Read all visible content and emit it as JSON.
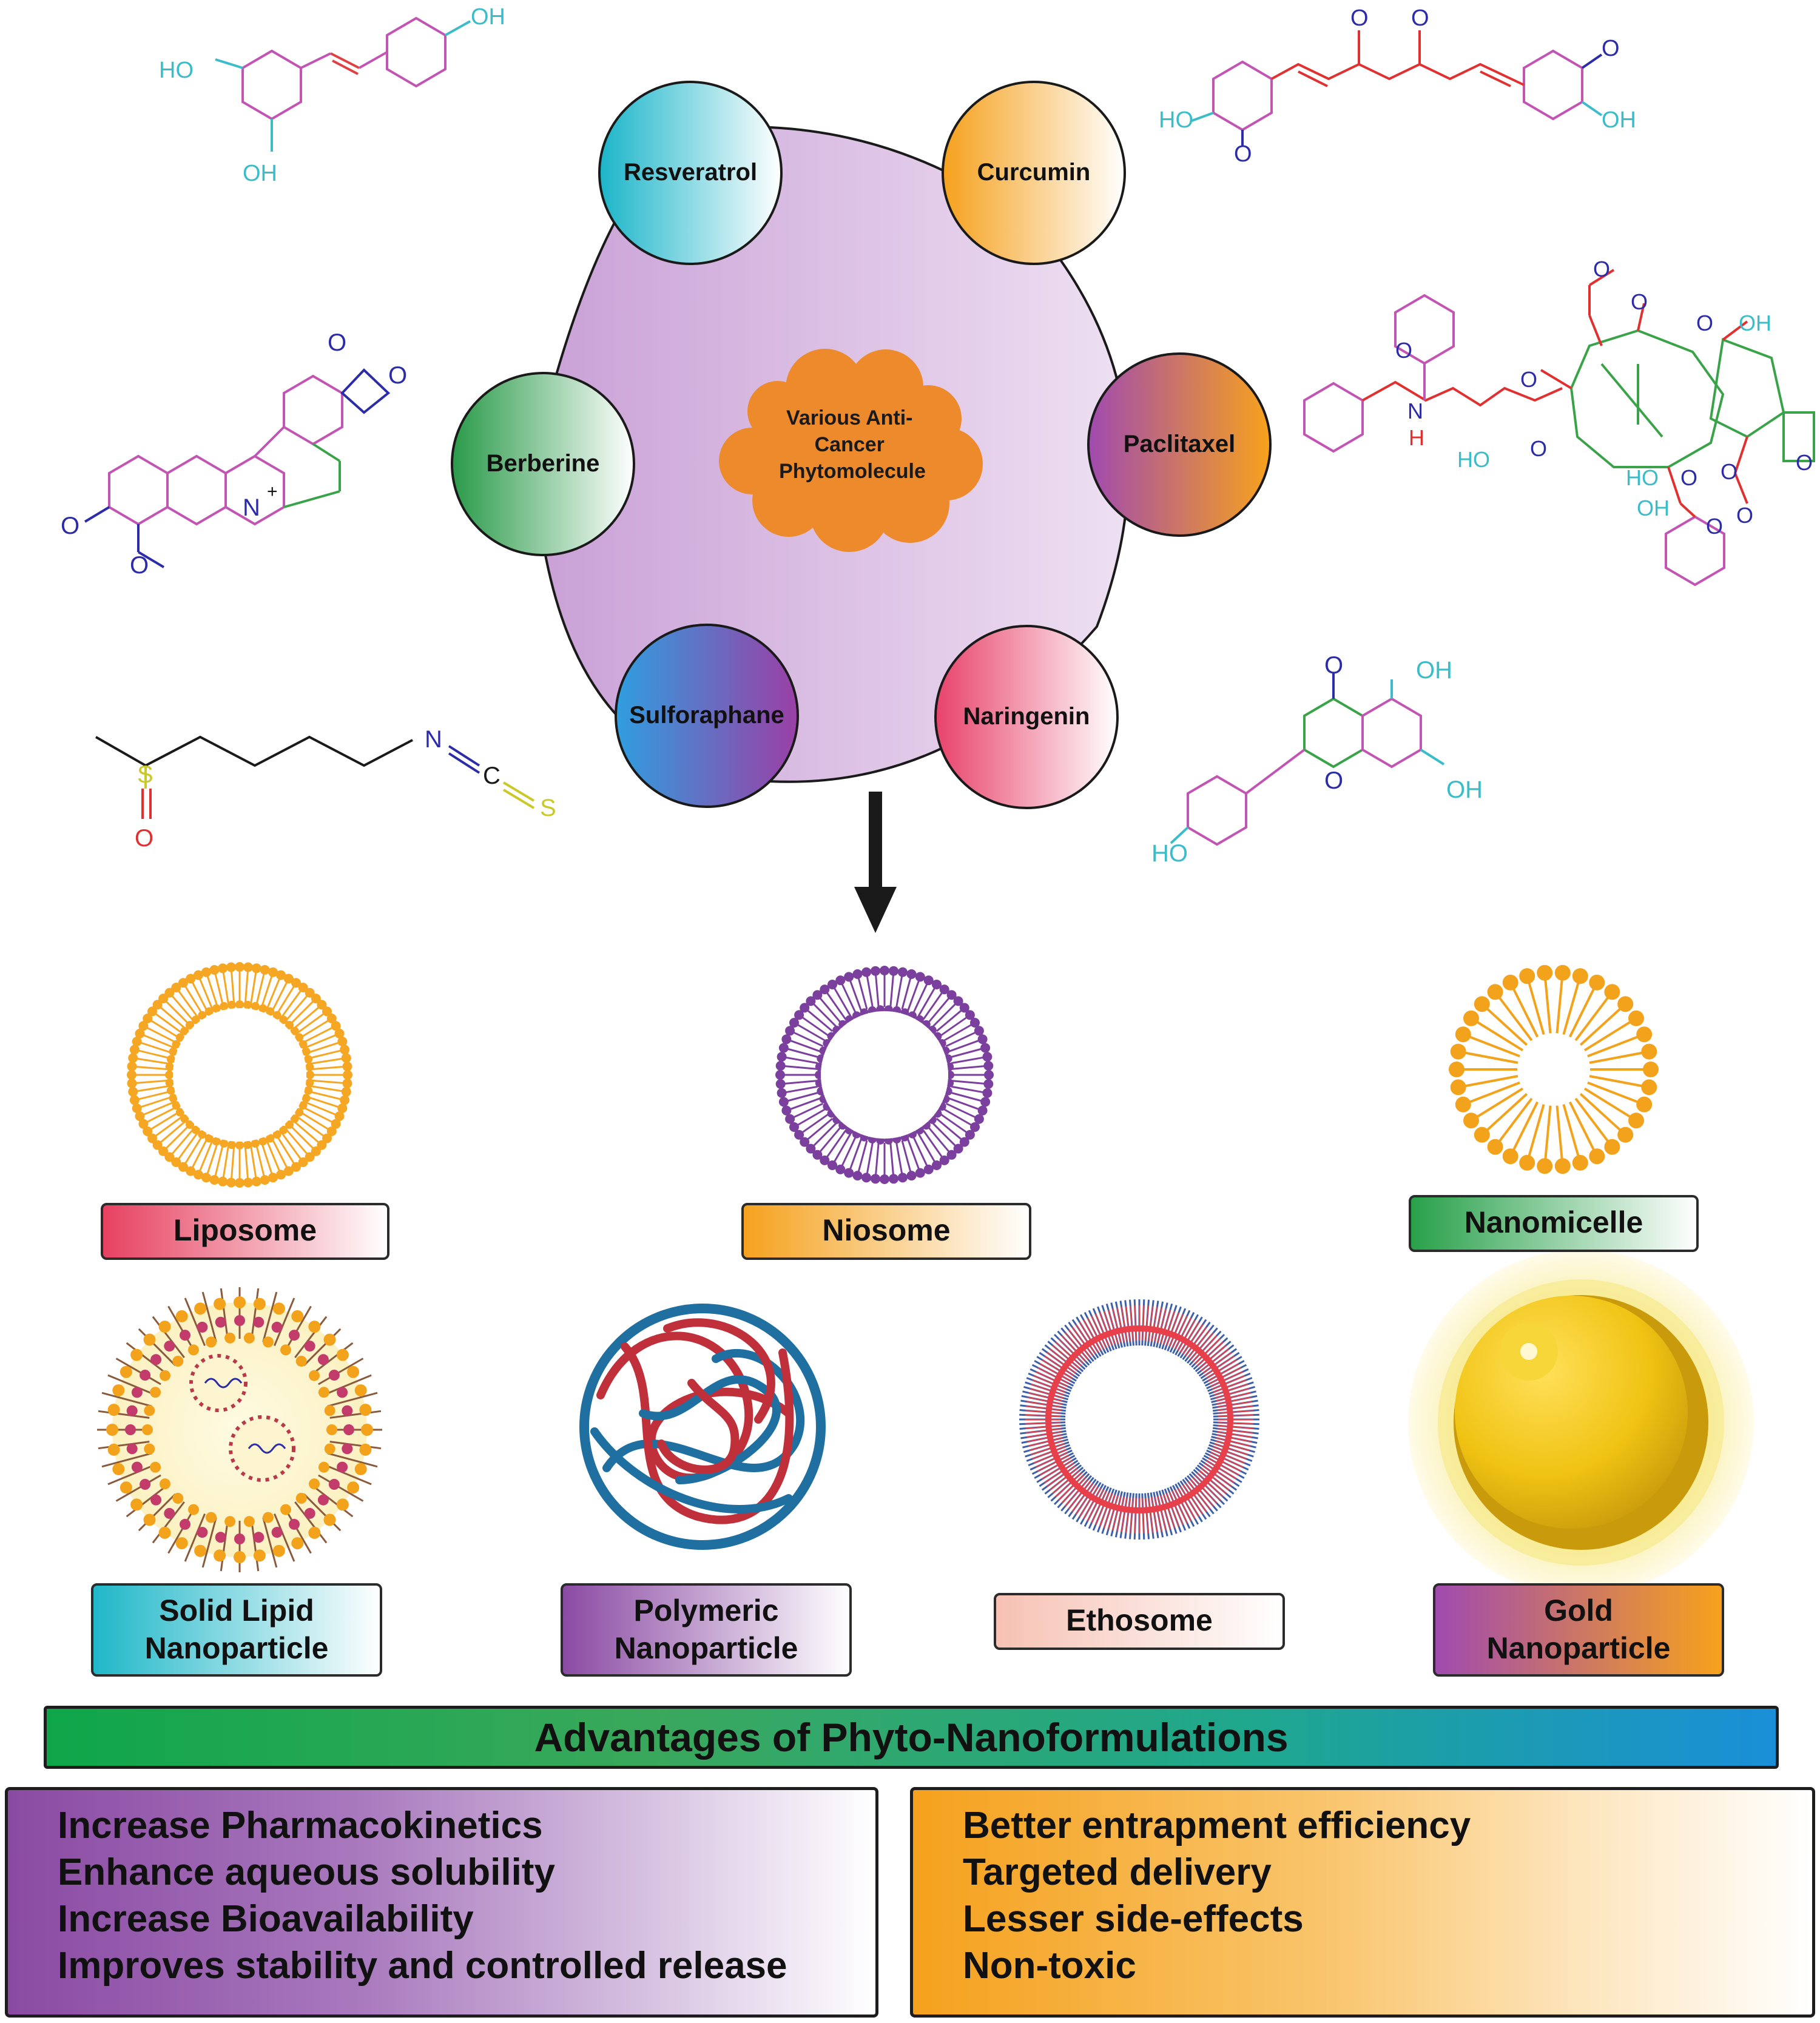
{
  "center": {
    "cloud_text": "Various Anti-\nCancer\nPhytomolecule",
    "phytomolecules": [
      {
        "name": "Resveratrol"
      },
      {
        "name": "Curcumin"
      },
      {
        "name": "Paclitaxel"
      },
      {
        "name": "Naringenin"
      },
      {
        "name": "Sulforaphane"
      },
      {
        "name": "Berberine"
      }
    ]
  },
  "structure_atoms": {
    "resveratrol": [
      "HO",
      "OH",
      "OH"
    ],
    "curcumin": [
      "O",
      "O",
      "HO",
      "O",
      "O",
      "OH"
    ],
    "berberine": [
      "O",
      "O",
      "N",
      "+",
      "O",
      "O"
    ],
    "paclitaxel": [
      "O",
      "O",
      "OH",
      "O",
      "O",
      "N",
      "H",
      "O",
      "HO",
      "O",
      "O",
      "HO",
      "OH",
      "O",
      "O",
      "O",
      "O"
    ],
    "sulforaphane": [
      "S",
      "O",
      "N",
      "C",
      "S"
    ],
    "naringenin": [
      "O",
      "OH",
      "O",
      "OH",
      "HO"
    ]
  },
  "nanocarriers": [
    {
      "label": "Liposome"
    },
    {
      "label": "Niosome"
    },
    {
      "label": "Nanomicelle"
    },
    {
      "label": "Solid Lipid\nNanoparticle"
    },
    {
      "label": "Polymeric\nNanoparticle"
    },
    {
      "label": "Ethosome"
    },
    {
      "label": "Gold\nNanoparticle"
    }
  ],
  "advantages": {
    "title": "Advantages of Phyto-Nanoformulations",
    "left": [
      "Increase Pharmacokinetics",
      "Enhance aqueous solubility",
      "Increase Bioavailability",
      "Improves stability and controlled release"
    ],
    "right": [
      "Better entrapment efficiency",
      "Targeted delivery",
      "Lesser side-effects",
      "Non-toxic"
    ]
  },
  "colors": {
    "hexagon": "#d7b8e0",
    "cloud": "#ec8a2c",
    "outline": "#1a1a1a",
    "liposome": "#f5a623",
    "niosome": "#7b3f9e",
    "nanomicelle": "#f2a21b",
    "ethosome_red": "#e8404a",
    "ethosome_blue": "#3b5fa8",
    "polymer_red": "#c0303a",
    "polymer_blue": "#1f6fa1",
    "gold": "#f2c418",
    "glow": "#f8ee9a",
    "hydroxyl": "#3bbcc9",
    "oxygen": "#2c2ca8",
    "ring_magenta": "#c255b3",
    "chain_red": "#e03030",
    "sulfur": "#c9c92a",
    "ring_green": "#3aa34a"
  }
}
